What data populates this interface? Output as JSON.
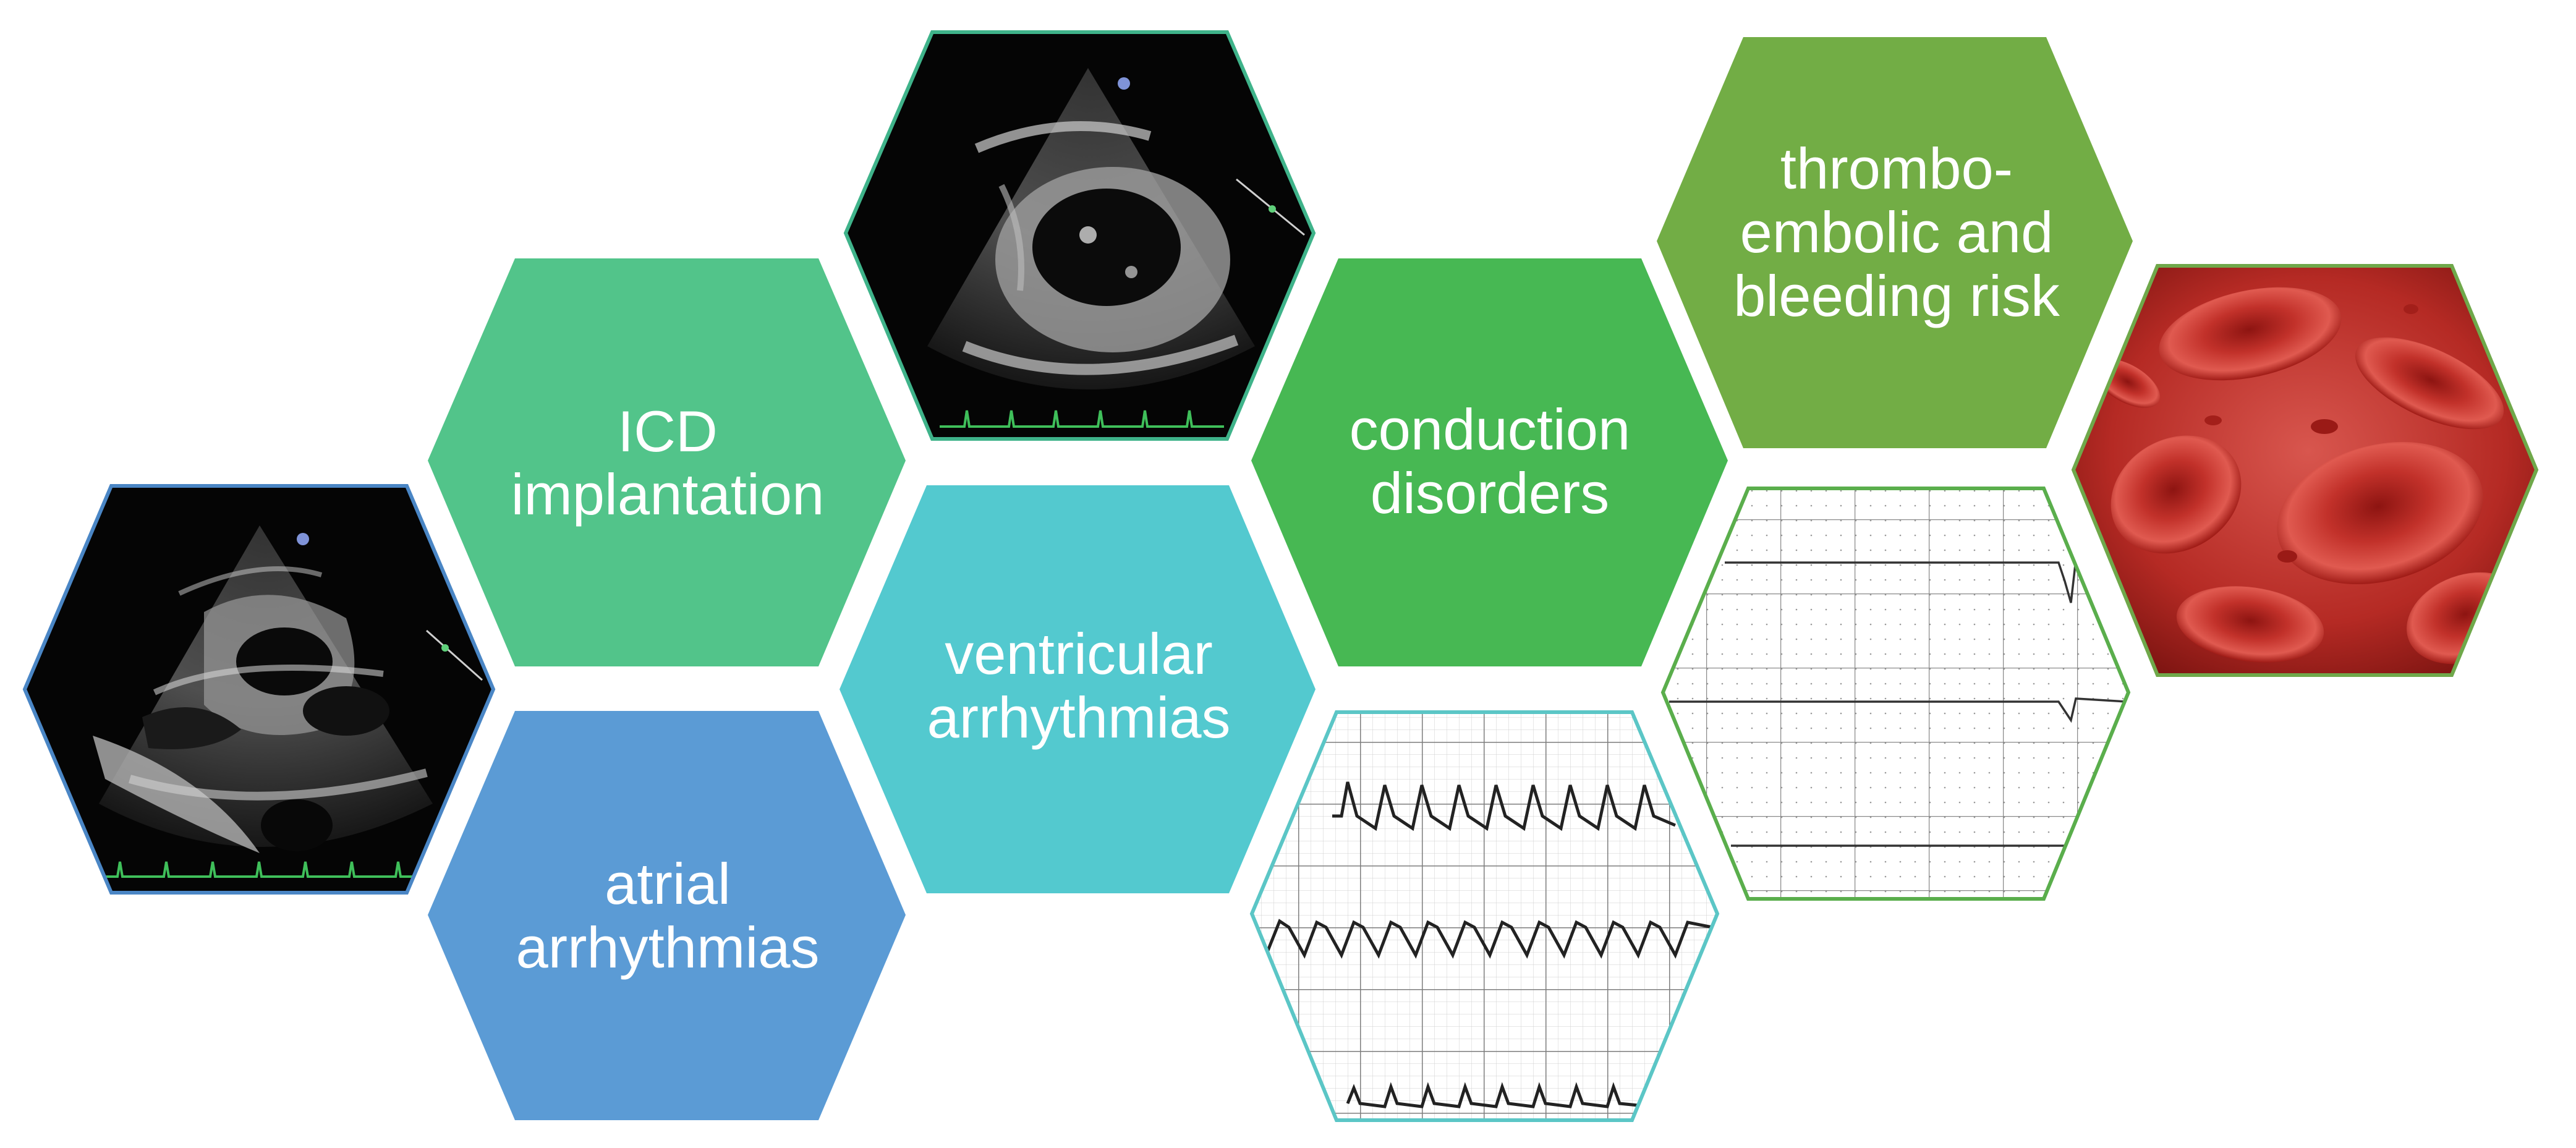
{
  "labels": {
    "icd": [
      "ICD",
      "implantation"
    ],
    "atrial": [
      "atrial",
      "arrhythmias"
    ],
    "ventricular": [
      "ventricular",
      "arrhythmias"
    ],
    "conduction": [
      "conduction",
      "disorders"
    ],
    "thrombo": [
      "thrombo-",
      "embolic and",
      "bleeding risk"
    ]
  },
  "colors": {
    "icd_fill": "#52c48a",
    "atrial_fill": "#5b9bd5",
    "ventricular_fill": "#53c9cf",
    "conduction_fill": "#47b853",
    "thrombo_fill": "#72ad45",
    "echo1_border": "#4a86c5",
    "echo2_border": "#3fb38a",
    "ecg_vt_border": "#5bc6c6",
    "ecg_flat_border": "#5aae4c",
    "blood_border": "#6fa84a"
  },
  "images": [
    {
      "name": "echo-image-left",
      "depicts": "echocardiogram"
    },
    {
      "name": "echo-image-top",
      "depicts": "echocardiogram"
    },
    {
      "name": "ecg-vt-image",
      "depicts": "ecg"
    },
    {
      "name": "ecg-flat-image",
      "depicts": "ecg"
    },
    {
      "name": "blood-cells-image",
      "depicts": "red blood cells"
    }
  ]
}
